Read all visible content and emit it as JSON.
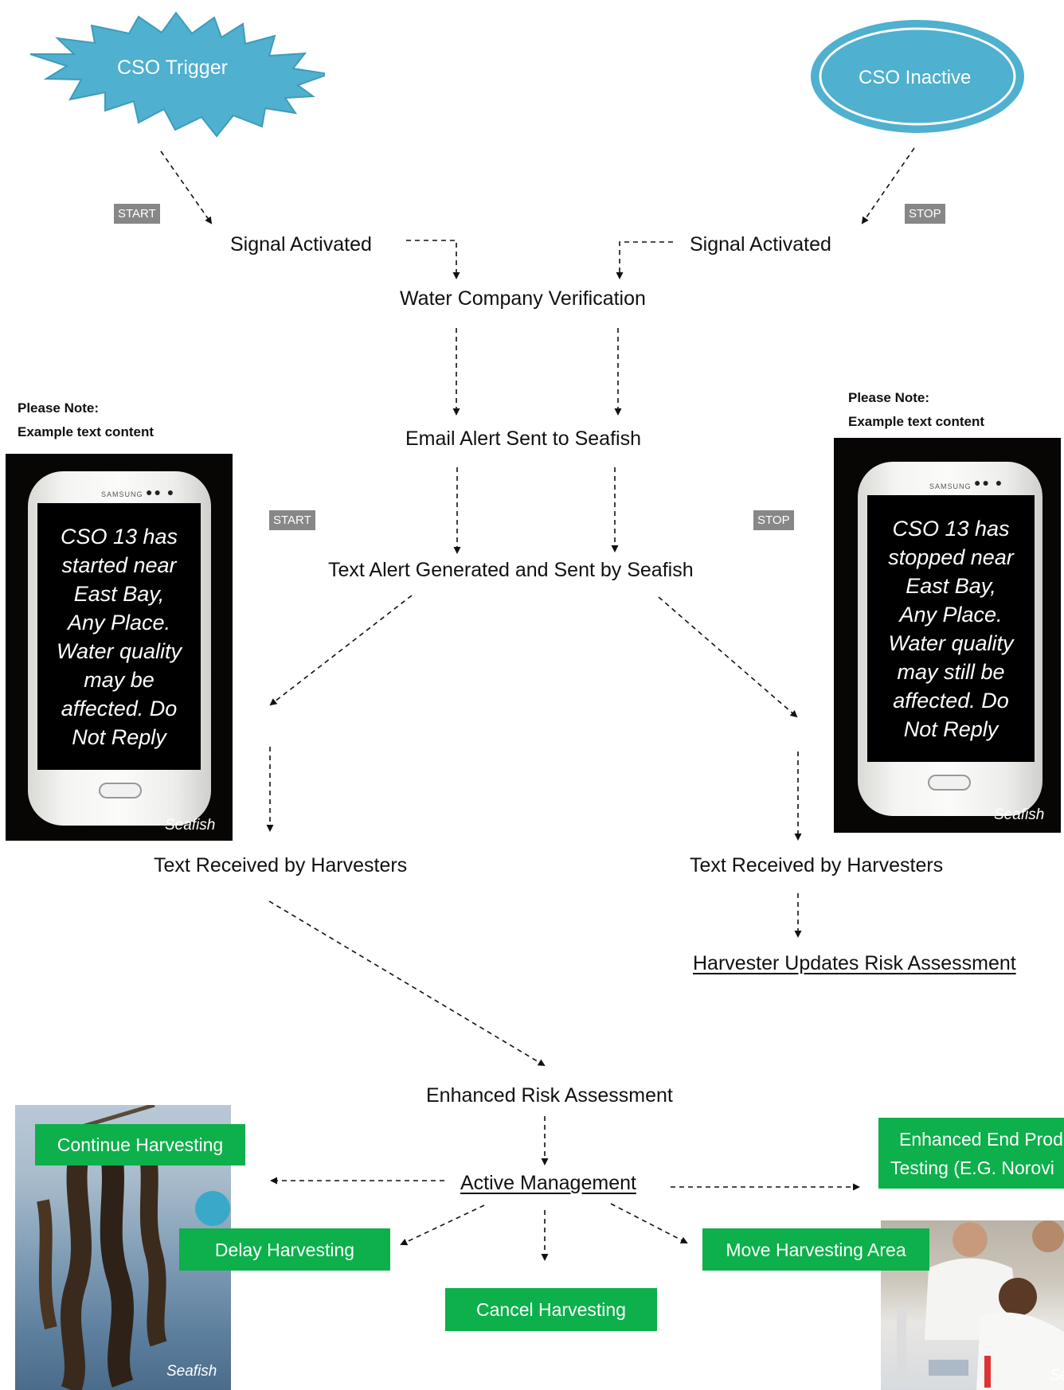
{
  "shapes": {
    "trigger_label": "CSO Trigger",
    "inactive_label": "CSO Inactive"
  },
  "tags": {
    "start_top": "START",
    "stop_top": "STOP",
    "start_mid": "START",
    "stop_mid": "STOP"
  },
  "flow": {
    "signal_left": "Signal Activated",
    "signal_right": "Signal Activated",
    "verification": "Water Company Verification",
    "email_alert": "Email Alert Sent to Seafish",
    "text_alert": "Text Alert Generated and Sent by Seafish",
    "received_left": "Text Received by Harvesters",
    "received_right": "Text Received by Harvesters",
    "risk_update": "Harvester Updates Risk Assessment",
    "enhanced_risk": "Enhanced Risk Assessment",
    "active_management": "Active Management"
  },
  "notes": {
    "left": {
      "line1": "Please Note:",
      "line2": "Example text content"
    },
    "right": {
      "line1": "Please Note:",
      "line2": "Example text content"
    }
  },
  "phones": {
    "left": {
      "brand": "SAMSUNG",
      "lines": [
        "CSO 13 has",
        "started near",
        "East Bay,",
        "Any Place.",
        "Water quality",
        "may be",
        "affected. Do",
        "Not Reply"
      ],
      "credit": "Seafish"
    },
    "right": {
      "brand": "SAMSUNG",
      "lines": [
        "CSO 13 has",
        "stopped near",
        "East Bay,",
        "Any Place.",
        "Water quality",
        "may still be",
        "affected. Do",
        "Not Reply"
      ],
      "credit": "Seafish"
    }
  },
  "actions": {
    "continue": "Continue Harvesting",
    "delay": "Delay Harvesting",
    "cancel": "Cancel Harvesting",
    "move": "Move Harvesting Area",
    "testing_line1": "Enhanced End Prod",
    "testing_line2": "Testing (E.G. Norovi"
  },
  "photos": {
    "mussel_credit": "Seafish",
    "lab_credit": "Se"
  },
  "colors": {
    "teal": "#4fb0cf",
    "green": "#0db04b",
    "tag_gray": "#878787"
  }
}
